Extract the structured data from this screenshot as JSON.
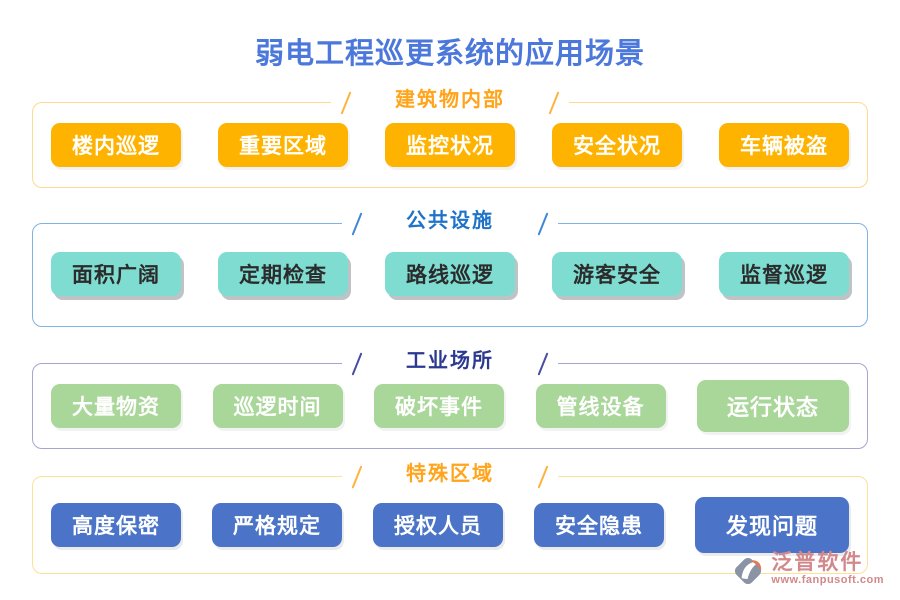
{
  "page_title": "弱电工程巡更系统的应用场景",
  "sections": [
    {
      "id": "building-interior",
      "title": "建筑物内部",
      "items": [
        "楼内巡逻",
        "重要区域",
        "监控状况",
        "安全状况",
        "车辆被盗"
      ],
      "chip_color": "#FEB301",
      "frame_color": "#FFD98E",
      "title_color": "#FFA41B"
    },
    {
      "id": "public-facilities",
      "title": "公共设施",
      "items": [
        "面积广阔",
        "定期检查",
        "路线巡逻",
        "游客安全",
        "监督巡逻"
      ],
      "chip_color": "#7FDCD1",
      "frame_color": "#7FB2E5",
      "title_color": "#1E73C8"
    },
    {
      "id": "industrial-sites",
      "title": "工业场所",
      "items": [
        "大量物资",
        "巡逻时间",
        "破坏事件",
        "管线设备",
        "运行状态"
      ],
      "chip_color": "#A9D699",
      "frame_color": "#A5A5D1",
      "title_color": "#2B3990"
    },
    {
      "id": "special-areas",
      "title": "特殊区域",
      "items": [
        "高度保密",
        "严格规定",
        "授权人员",
        "安全隐患",
        "发现问题"
      ],
      "chip_color": "#4B74C8",
      "frame_color": "#FFE097",
      "title_color": "#FFA41B"
    }
  ],
  "footer": {
    "brand": "泛普软件",
    "url": "www.fanpusoft.com"
  },
  "colors": {
    "page_title": "#4C78DC",
    "background": "#FFFFFF",
    "watermark": "#D1898B"
  }
}
